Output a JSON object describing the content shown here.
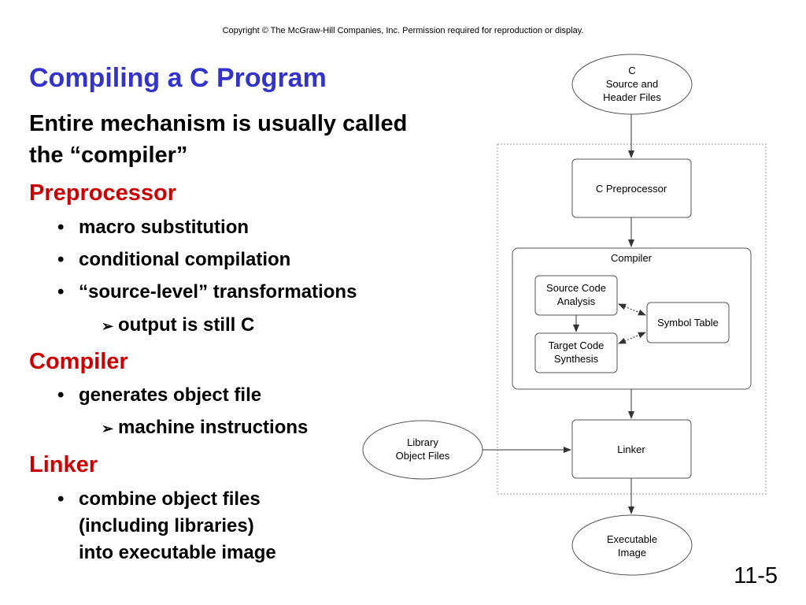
{
  "copyright": "Copyright © The McGraw-Hill Companies, Inc.  Permission required for reproduction or display.",
  "title": "Compiling a C Program",
  "intro": [
    "Entire mechanism is usually called",
    "the “compiler”"
  ],
  "sections": {
    "preprocessor": {
      "heading": "Preprocessor",
      "bullets": [
        "macro substitution",
        "conditional compilation",
        "“source-level” transformations"
      ],
      "sub": "output is still C"
    },
    "compiler": {
      "heading": "Compiler",
      "bullets": [
        "generates object file"
      ],
      "sub": "machine instructions"
    },
    "linker": {
      "heading": "Linker",
      "bullet_lines": [
        "combine object files",
        "(including libraries)",
        "into executable image"
      ]
    }
  },
  "bullet_char": "•",
  "sub_arrow_char": "➢",
  "slide_number": "11-5",
  "colors": {
    "title": "#3333cc",
    "heading": "#cc0000",
    "text": "#000000",
    "node_border": "#555555",
    "dotted_border": "#999999"
  },
  "diagram": {
    "source_files": [
      "C",
      "Source and",
      "Header Files"
    ],
    "preprocessor": "C Preprocessor",
    "compiler_group": "Compiler",
    "source_analysis": [
      "Source Code",
      "Analysis"
    ],
    "target_synthesis": [
      "Target Code",
      "Synthesis"
    ],
    "symbol_table": "Symbol Table",
    "library_files": [
      "Library",
      "Object Files"
    ],
    "linker": "Linker",
    "executable": [
      "Executable",
      "Image"
    ]
  }
}
